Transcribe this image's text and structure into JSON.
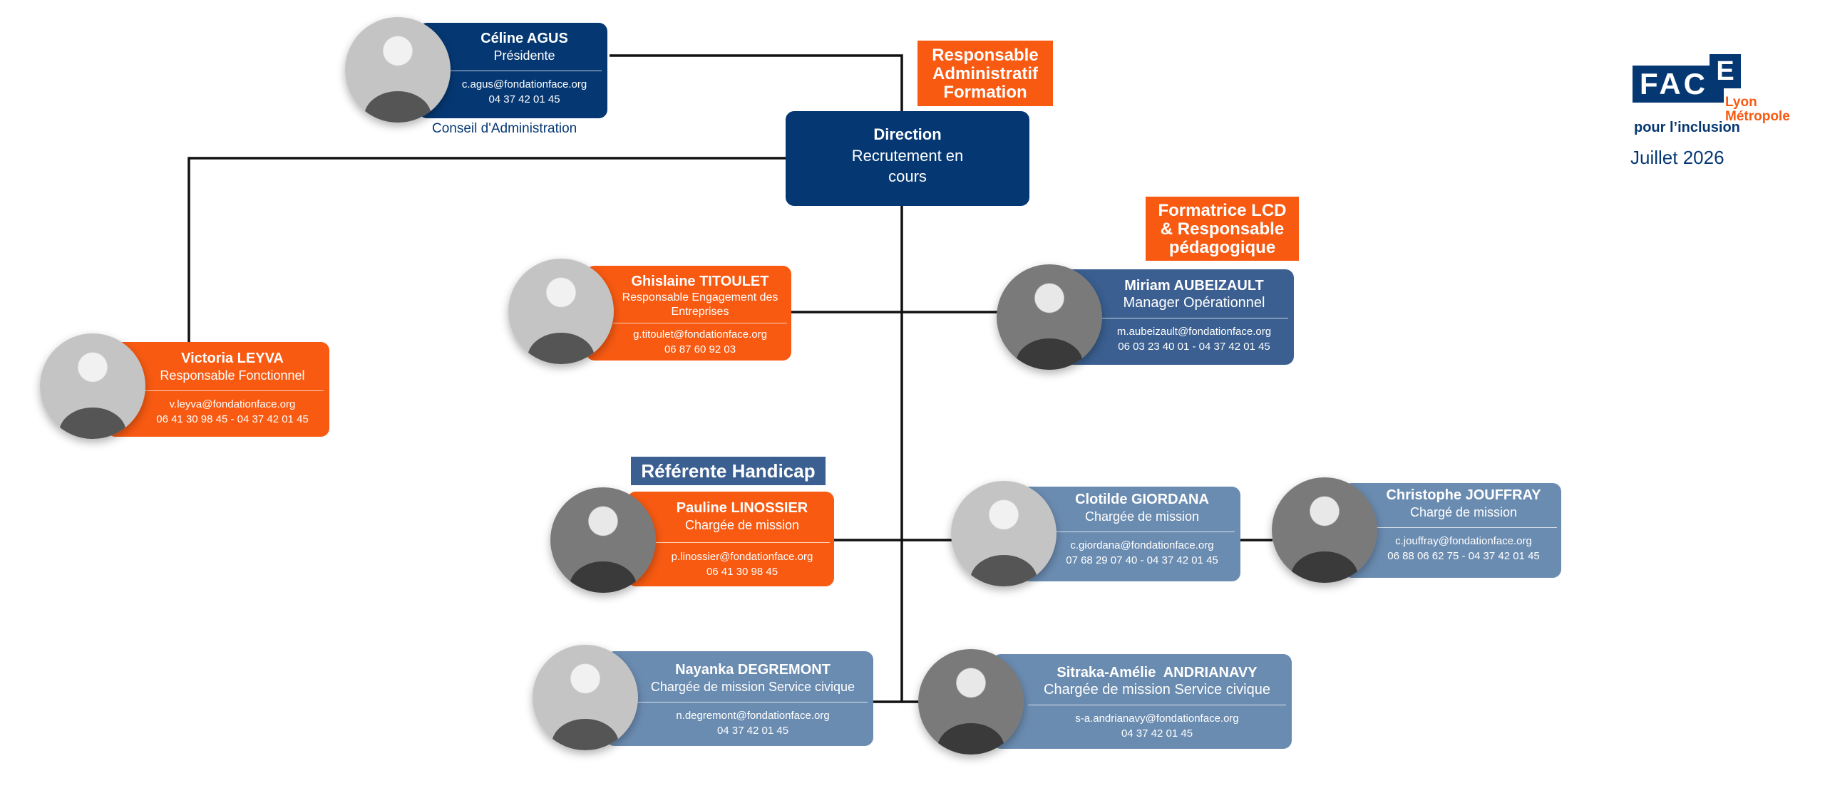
{
  "logo": {
    "wordmark": "FAC",
    "letter_e": "E",
    "city_line1": "Lyon",
    "city_line2": "Métropole",
    "tagline": "pour l’inclusion"
  },
  "date": "Juillet 2026",
  "direction": {
    "title": "Direction",
    "line1": "Recrutement en",
    "line2": "cours"
  },
  "tags": {
    "admin": [
      "Responsable",
      "Administratif",
      "Formation"
    ],
    "lcd": [
      "Formatrice LCD",
      "& Responsable",
      "pédagogique"
    ],
    "handicap": "Référente Handicap"
  },
  "people": {
    "celine": {
      "name": "Céline AGUS",
      "role": "Présidente",
      "email": "c.agus@fondationface.org",
      "phone": "04 37 42 01 45",
      "caption": "Conseil d'Administration"
    },
    "victoria": {
      "name": "Victoria LEYVA",
      "role": "Responsable Fonctionnel",
      "email": "v.leyva@fondationface.org",
      "phone": "06 41 30 98 45 - 04 37 42 01 45"
    },
    "ghislaine": {
      "name": "Ghislaine TITOULET",
      "role_line1": "Responsable Engagement des",
      "role_line2": "Entreprises",
      "email": "g.titoulet@fondationface.org",
      "phone": "06 87 60 92 03"
    },
    "miriam": {
      "name": "Miriam AUBEIZAULT",
      "role": "Manager Opérationnel",
      "email": "m.aubeizault@fondationface.org",
      "phone": "06 03 23 40 01 - 04 37 42 01 45"
    },
    "pauline": {
      "name": "Pauline LINOSSIER",
      "role": "Chargée de mission",
      "email": "p.linossier@fondationface.org",
      "phone": "06 41 30 98 45"
    },
    "clotilde": {
      "name": "Clotilde GIORDANA",
      "role": "Chargée de mission",
      "email": "c.giordana@fondationface.org",
      "phone": "07 68 29 07 40 - 04 37 42 01 45"
    },
    "christophe": {
      "name": "Christophe JOUFFRAY",
      "role": "Chargé de mission",
      "email": "c.jouffray@fondationface.org",
      "phone": "06 88 06 62 75 - 04 37 42 01 45"
    },
    "nayanka": {
      "name": "Nayanka DEGREMONT",
      "role": "Chargée de mission Service civique",
      "email": "n.degremont@fondationface.org",
      "phone": "04 37 42 01 45"
    },
    "sitraka": {
      "name": "Sitraka-Amélie  ANDRIANAVY",
      "role": "Chargée de mission Service civique",
      "email": "s-a.andrianavy@fondationface.org",
      "phone": "04 37 42 01 45"
    }
  },
  "colors": {
    "navy": "#053873",
    "orange": "#f85a12",
    "blue_dark": "#3a5f90",
    "blue_light": "#6b8cb1",
    "line": "#111111"
  }
}
